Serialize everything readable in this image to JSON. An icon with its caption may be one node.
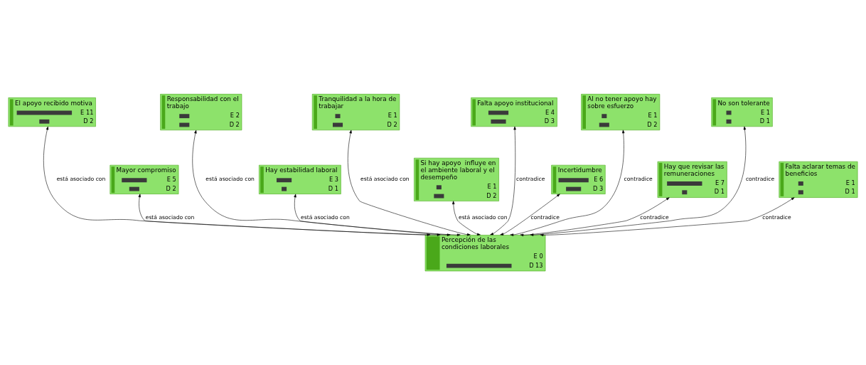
{
  "diagram": {
    "nodes": [
      {
        "text": [
          "Percepción de las condiciones laborales",
          "E 0",
          "D 13"
        ]
      },
      {
        "text": [
          "El apoyo recibido motiva",
          "E 11",
          "D 2"
        ]
      },
      {
        "text": [
          "Mayor compromiso",
          "E 5",
          "D 2"
        ]
      },
      {
        "text": [
          "Responsabilidad con el trabajo",
          "E 2",
          "D 2"
        ]
      },
      {
        "text": [
          "Hay estabilidad laboral",
          "E 3",
          "D 1"
        ]
      },
      {
        "text": [
          "Tranquilidad a la hora de trabajar",
          "E 1",
          "D 2"
        ]
      },
      {
        "text": [
          "Si hay apoyo  influye en el ambiente laboral y el desempeño",
          "E 1",
          "D 2"
        ]
      },
      {
        "text": [
          "Falta apoyo institucional",
          "E 4",
          "D 3"
        ]
      },
      {
        "text": [
          "Incertidumbre",
          "E 6",
          "D 3"
        ]
      },
      {
        "text": [
          "Al no tener apoyo hay sobre esfuerzo",
          "E 1",
          "D 2"
        ]
      },
      {
        "text": [
          "Hay que revisar las remuneraciones",
          "E 7",
          "D 1"
        ]
      },
      {
        "text": [
          "No son tolerante",
          "E 1",
          "D 1"
        ]
      },
      {
        "text": [
          "Falta aclarar temas de beneficios",
          "E 1",
          "D 1"
        ]
      }
    ],
    "edges": [
      {
        "from": 0,
        "to": 1,
        "arrow": "both",
        "label": "está asociado con"
      },
      {
        "from": 0,
        "to": 2,
        "arrow": "both",
        "label": "está asociado con"
      },
      {
        "from": 0,
        "to": 3,
        "arrow": "both",
        "label": "está asociado con"
      },
      {
        "from": 0,
        "to": 4,
        "arrow": "both",
        "label": "está asociado con"
      },
      {
        "from": 0,
        "to": 5,
        "arrow": "both",
        "label": "está asociado con"
      },
      {
        "from": 0,
        "to": 6,
        "arrow": "both",
        "label": "está asociado con"
      },
      {
        "from": 0,
        "to": 7,
        "arrow": "both",
        "label": "contradice"
      },
      {
        "from": 0,
        "to": 8,
        "arrow": "both",
        "label": "contradice"
      },
      {
        "from": 0,
        "to": 9,
        "arrow": "both",
        "label": "contradice"
      },
      {
        "from": 0,
        "to": 10,
        "arrow": "both",
        "label": "contradice"
      },
      {
        "from": 0,
        "to": 11,
        "arrow": "both",
        "label": "contradice"
      },
      {
        "from": 0,
        "to": 12,
        "arrow": "both",
        "label": "contradice"
      }
    ]
  }
}
